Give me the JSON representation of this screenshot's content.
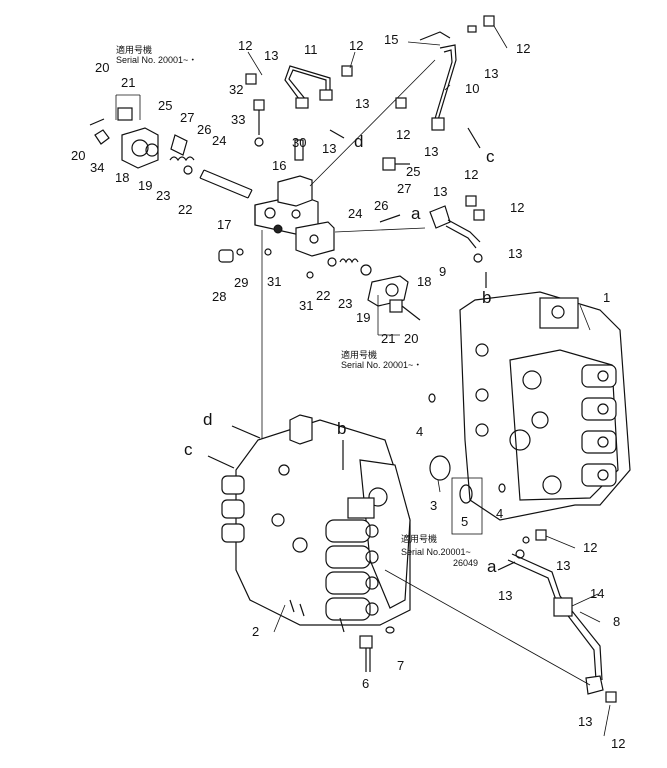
{
  "serial_notes": {
    "top_left": {
      "jp": "適用号機",
      "serial": "Serial No. 20001~・"
    },
    "middle": {
      "jp": "適用号機",
      "serial": "Serial No. 20001~・"
    },
    "bottom_right": {
      "jp": "適用号機",
      "serial": "Serial No.20001~",
      "serial2": "26049"
    }
  },
  "callouts": [
    {
      "id": "c1",
      "text": "1"
    },
    {
      "id": "c2",
      "text": "2"
    },
    {
      "id": "c3",
      "text": "3"
    },
    {
      "id": "c4a",
      "text": "4"
    },
    {
      "id": "c4b",
      "text": "4"
    },
    {
      "id": "c5",
      "text": "5"
    },
    {
      "id": "c6",
      "text": "6"
    },
    {
      "id": "c7",
      "text": "7"
    },
    {
      "id": "c8",
      "text": "8"
    },
    {
      "id": "c9",
      "text": "9"
    },
    {
      "id": "c10",
      "text": "10"
    },
    {
      "id": "c11",
      "text": "11"
    },
    {
      "id": "c12a",
      "text": "12"
    },
    {
      "id": "c12b",
      "text": "12"
    },
    {
      "id": "c12c",
      "text": "12"
    },
    {
      "id": "c12d",
      "text": "12"
    },
    {
      "id": "c12e",
      "text": "12"
    },
    {
      "id": "c12f",
      "text": "12"
    },
    {
      "id": "c12g",
      "text": "12"
    },
    {
      "id": "c12h",
      "text": "12"
    },
    {
      "id": "c13a",
      "text": "13"
    },
    {
      "id": "c13b",
      "text": "13"
    },
    {
      "id": "c13c",
      "text": "13"
    },
    {
      "id": "c13d",
      "text": "13"
    },
    {
      "id": "c13e",
      "text": "13"
    },
    {
      "id": "c13f",
      "text": "13"
    },
    {
      "id": "c13g",
      "text": "13"
    },
    {
      "id": "c13h",
      "text": "13"
    },
    {
      "id": "c13i",
      "text": "13"
    },
    {
      "id": "c13j",
      "text": "13"
    },
    {
      "id": "c14",
      "text": "14"
    },
    {
      "id": "c15",
      "text": "15"
    },
    {
      "id": "c16",
      "text": "16"
    },
    {
      "id": "c17",
      "text": "17"
    },
    {
      "id": "c18a",
      "text": "18"
    },
    {
      "id": "c18b",
      "text": "18"
    },
    {
      "id": "c19a",
      "text": "19"
    },
    {
      "id": "c19b",
      "text": "19"
    },
    {
      "id": "c20a",
      "text": "20"
    },
    {
      "id": "c20b",
      "text": "20"
    },
    {
      "id": "c20c",
      "text": "20"
    },
    {
      "id": "c21a",
      "text": "21"
    },
    {
      "id": "c21b",
      "text": "21"
    },
    {
      "id": "c22a",
      "text": "22"
    },
    {
      "id": "c22b",
      "text": "22"
    },
    {
      "id": "c23a",
      "text": "23"
    },
    {
      "id": "c23b",
      "text": "23"
    },
    {
      "id": "c24a",
      "text": "24"
    },
    {
      "id": "c24b",
      "text": "24"
    },
    {
      "id": "c25a",
      "text": "25"
    },
    {
      "id": "c25b",
      "text": "25"
    },
    {
      "id": "c26a",
      "text": "26"
    },
    {
      "id": "c26b",
      "text": "26"
    },
    {
      "id": "c27a",
      "text": "27"
    },
    {
      "id": "c27b",
      "text": "27"
    },
    {
      "id": "c28",
      "text": "28"
    },
    {
      "id": "c29",
      "text": "29"
    },
    {
      "id": "c30",
      "text": "30"
    },
    {
      "id": "c31a",
      "text": "31"
    },
    {
      "id": "c31b",
      "text": "31"
    },
    {
      "id": "c32",
      "text": "32"
    },
    {
      "id": "c33",
      "text": "33"
    },
    {
      "id": "c34",
      "text": "34"
    }
  ],
  "connection_letters": [
    {
      "id": "la1",
      "text": "a"
    },
    {
      "id": "la2",
      "text": "a"
    },
    {
      "id": "lb1",
      "text": "b"
    },
    {
      "id": "lb2",
      "text": "b"
    },
    {
      "id": "lc1",
      "text": "c"
    },
    {
      "id": "lc2",
      "text": "c"
    },
    {
      "id": "ld1",
      "text": "d"
    },
    {
      "id": "ld2",
      "text": "d"
    }
  ]
}
